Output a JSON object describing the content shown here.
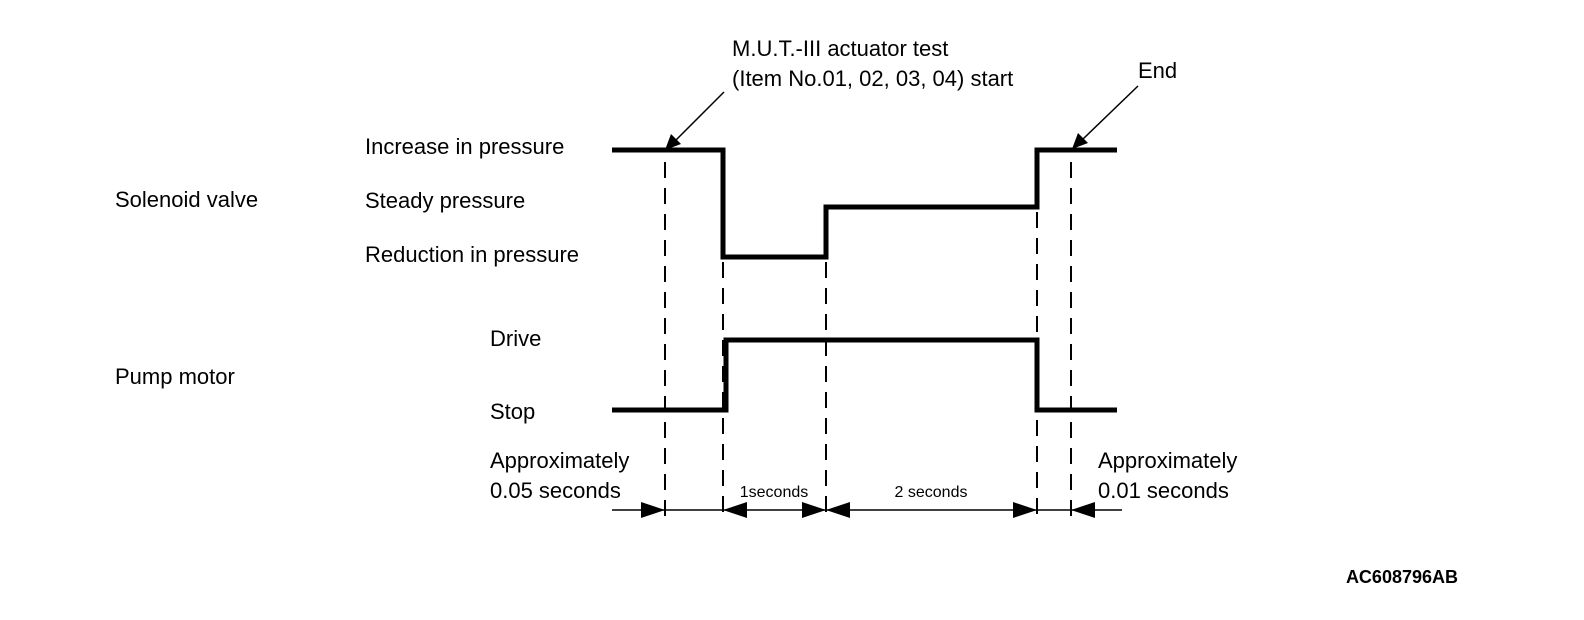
{
  "annotations": {
    "start_line1": "M.U.T.-III actuator test",
    "start_line2": "(Item No.01, 02, 03, 04) start",
    "end": "End"
  },
  "solenoid_valve": {
    "title": "Solenoid valve",
    "levels": {
      "increase": "Increase in pressure",
      "steady": "Steady pressure",
      "reduction": "Reduction in pressure"
    }
  },
  "pump_motor": {
    "title": "Pump motor",
    "levels": {
      "drive": "Drive",
      "stop": "Stop"
    }
  },
  "intervals": {
    "left_line1": "Approximately",
    "left_line2": "0.05 seconds",
    "first": "1seconds",
    "second": "2 seconds",
    "right_line1": "Approximately",
    "right_line2": "0.01 seconds"
  },
  "figure_code": "AC608796AB"
}
